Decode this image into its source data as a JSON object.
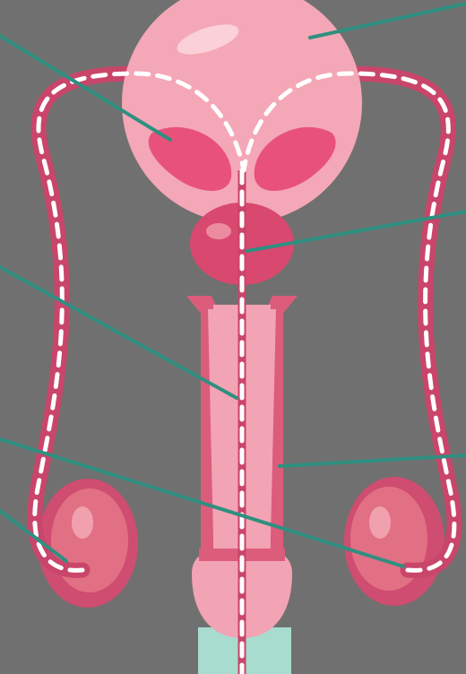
{
  "diagram": {
    "type": "anatomical illustration",
    "labels": [],
    "parts": [
      {
        "name": "bladder",
        "icon": "bladder-icon"
      },
      {
        "name": "seminal-vesicle-left",
        "icon": "seminal-vesicle-icon"
      },
      {
        "name": "seminal-vesicle-right",
        "icon": "seminal-vesicle-icon"
      },
      {
        "name": "prostate",
        "icon": "prostate-icon"
      },
      {
        "name": "shaft",
        "icon": "shaft-icon"
      },
      {
        "name": "testis-left",
        "icon": "testis-icon"
      },
      {
        "name": "testis-right",
        "icon": "testis-icon"
      },
      {
        "name": "vas-deferens",
        "icon": "duct-icon"
      },
      {
        "name": "urethra",
        "icon": "urethra-icon"
      }
    ],
    "leader_lines": 7,
    "colors": {
      "background": "#707070",
      "bladder": "#f4a7b6",
      "vesicle": "#e8517a",
      "prostate": "#d9486f",
      "duct": "#c9456a",
      "dash": "#ffffff",
      "leader": "#2f8f80",
      "outlet": "#a7dccf"
    }
  }
}
